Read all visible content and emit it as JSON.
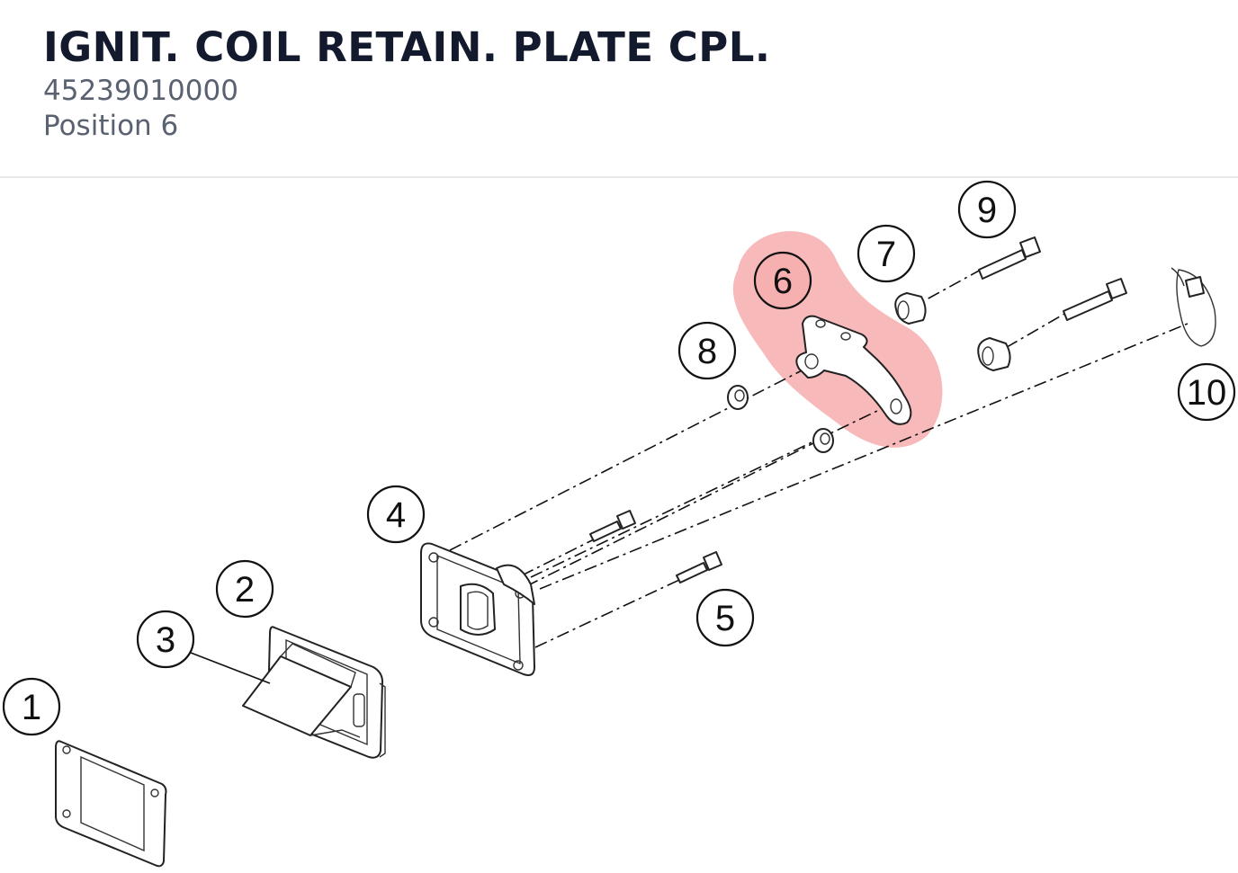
{
  "header": {
    "title": "IGNIT. COIL RETAIN. PLATE CPL.",
    "part_number": "45239010000",
    "position_label": "Position 6"
  },
  "diagram": {
    "highlight_color": "#f28b8b",
    "highlighted_position": "6",
    "callouts": [
      {
        "id": "1",
        "label": "1"
      },
      {
        "id": "2",
        "label": "2"
      },
      {
        "id": "3",
        "label": "3"
      },
      {
        "id": "4",
        "label": "4"
      },
      {
        "id": "5",
        "label": "5"
      },
      {
        "id": "6",
        "label": "6"
      },
      {
        "id": "7",
        "label": "7"
      },
      {
        "id": "8",
        "label": "8"
      },
      {
        "id": "9",
        "label": "9"
      },
      {
        "id": "10",
        "label": "10"
      }
    ]
  }
}
